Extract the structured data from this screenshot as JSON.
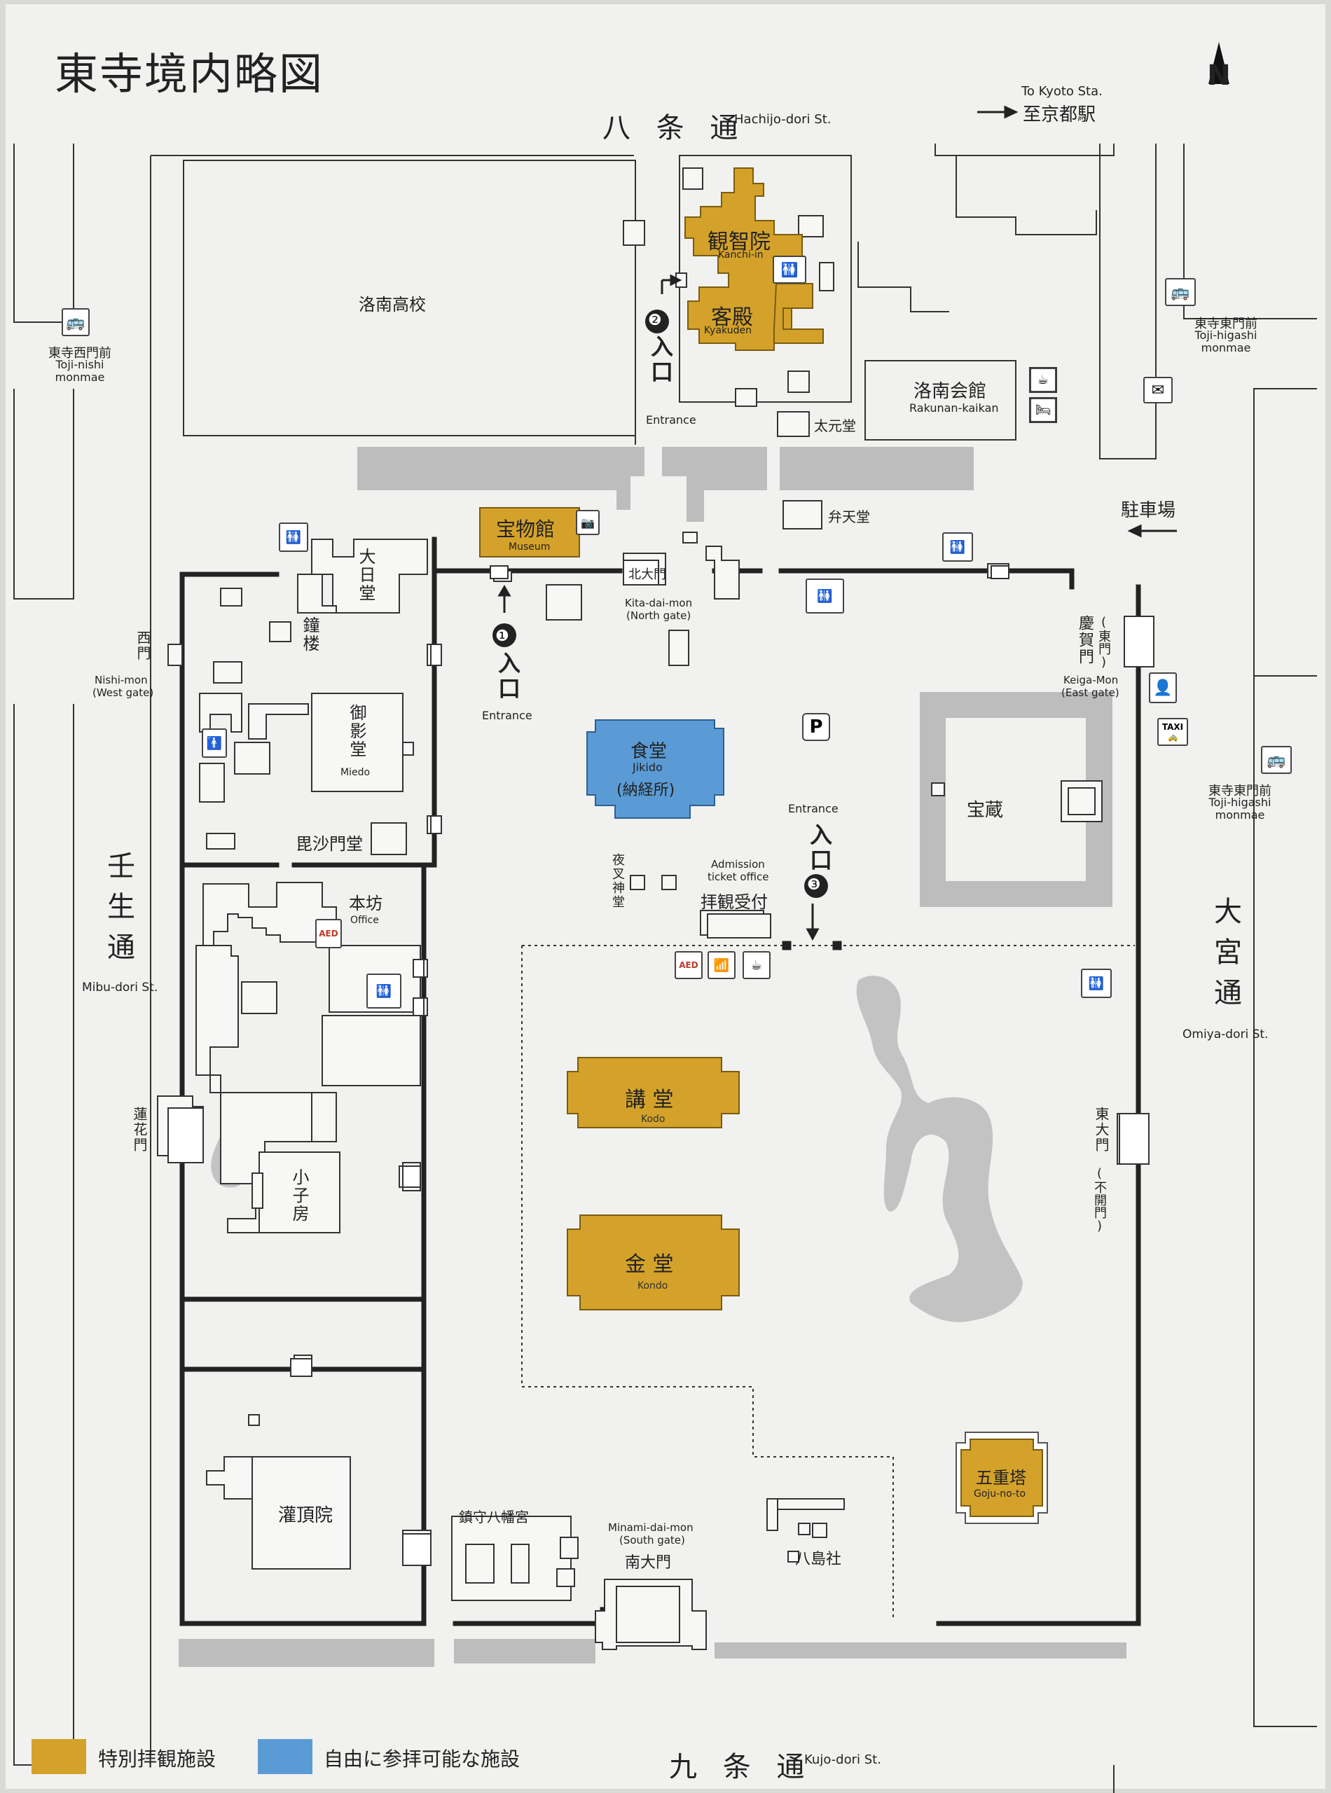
{
  "title": "東寺境内略図",
  "north": "N",
  "roads": {
    "hachijo_jp": "八 条 通",
    "hachijo_en": "Hachijo-dori St.",
    "kujo_jp": "九 条 通",
    "kujo_en": "Kujo-dori St.",
    "mibu_jp": "壬生通",
    "mibu_en": "Mibu-dori St.",
    "omiya_jp": "大宮通",
    "omiya_en": "Omiya-dori St."
  },
  "kyoto_station": {
    "en": "To Kyoto Sta.",
    "jp": "至京都駅"
  },
  "bus_stops": {
    "nishi_jp": "東寺西門前",
    "nishi_en": "Toji-nishi monmae",
    "higashi_jp": "東寺東門前",
    "higashi_en": "Toji-higashi monmae"
  },
  "parking": "駐車場",
  "parking_symbol": "P",
  "taxi": "TAXI",
  "aed": "AED",
  "entrances": [
    {
      "num": "❶",
      "jp": "入口",
      "en": "Entrance"
    },
    {
      "num": "❷",
      "jp": "入口",
      "en": "Entrance"
    },
    {
      "num": "❸",
      "jp": "入口",
      "en": "Entrance"
    }
  ],
  "gates": {
    "kita_jp": "北大門",
    "kita_en": "Kita-dai-mon",
    "kita_en2": "(North gate)",
    "minami_jp": "南大門",
    "minami_en": "Minami-dai-mon",
    "minami_en2": "(South gate)",
    "nishi_jp": "西門",
    "nishi_en": "Nishi-mon",
    "nishi_en2": "(West gate)",
    "keiga_jp": "慶賀門",
    "keiga_sub": "(東門)",
    "keiga_en": "Keiga-Mon",
    "keiga_en2": "(East gate)",
    "rengemon": "蓮花門",
    "todaimon": "東大門",
    "todaimon_sub": "(不開門)"
  },
  "buildings": {
    "rakunan_hs": "洛南高校",
    "kanchiin_jp": "観智院",
    "kanchiin_en": "Kanchi-in",
    "kyakuden_jp": "客殿",
    "kyakuden_en": "Kyakuden",
    "rakunan_kaikan_jp": "洛南会館",
    "rakunan_kaikan_en": "Rakunan-kaikan",
    "taigendo": "太元堂",
    "bentendo": "弁天堂",
    "museum_jp": "宝物館",
    "museum_en": "Museum",
    "dainichido": "大日堂",
    "shoro": "鐘楼",
    "miedo_jp": "御影堂",
    "miedo_en": "Miedo",
    "bishamondo": "毘沙門堂",
    "honbo_jp": "本坊",
    "honbo_en": "Office",
    "kogobo": "小子房",
    "kanjoin": "灌頂院",
    "jikido_jp": "食堂",
    "jikido_en": "Jikido",
    "jikido_sub": "(納経所)",
    "yashajindo": "夜叉神堂",
    "ticket_en": "Admission",
    "ticket_en2": "ticket office",
    "ticket_jp": "拝観受付",
    "kodo_jp": "講 堂",
    "kodo_en": "Kodo",
    "kondo_jp": "金 堂",
    "kondo_en": "Kondo",
    "hozo": "宝蔵",
    "gojunoto_jp": "五重塔",
    "gojunoto_en": "Goju-no-to",
    "chinju": "鎮守八幡宮",
    "hachijimasha": "八島社"
  },
  "legend": [
    {
      "color": "#d4a22a",
      "label": "特別拝観施設"
    },
    {
      "color": "#5b9bd5",
      "label": "自由に参拝可能な施設"
    }
  ],
  "colors": {
    "gold": "#d4a22a",
    "blue": "#5b9bd5",
    "road": "#bdbdbd",
    "pond": "#c3c3c3"
  }
}
